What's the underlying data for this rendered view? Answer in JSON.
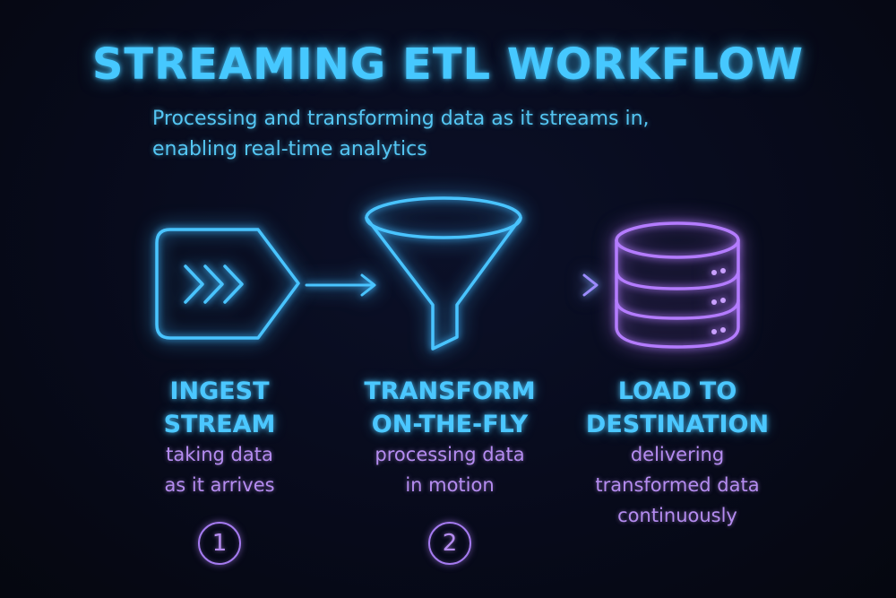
{
  "header": {
    "title": "STREAMING ETL WORKFLOW",
    "subtitle_line1": "Processing and transforming data as it streams in,",
    "subtitle_line2": "enabling real-time analytics"
  },
  "steps": [
    {
      "icon": "ingest-arrow-tag-icon",
      "title_line1": "INGEST",
      "title_line2": "STREAM",
      "desc_line1": "taking data",
      "desc_line2": "as it arrives",
      "number": "1"
    },
    {
      "icon": "funnel-icon",
      "title_line1": "TRANSFORM",
      "title_line2": "ON-THE-FLY",
      "desc_line1": "processing data",
      "desc_line2": "in motion",
      "number": "2"
    },
    {
      "icon": "database-icon",
      "title_line1": "LOAD TO",
      "title_line2": "DESTINATION",
      "desc_line1": "delivering",
      "desc_line2": "transformed data",
      "desc_line3": "continuously"
    }
  ],
  "colors": {
    "accent_blue": "#46c8ff",
    "accent_violet": "#b58cf0",
    "background": "#070a1a"
  }
}
